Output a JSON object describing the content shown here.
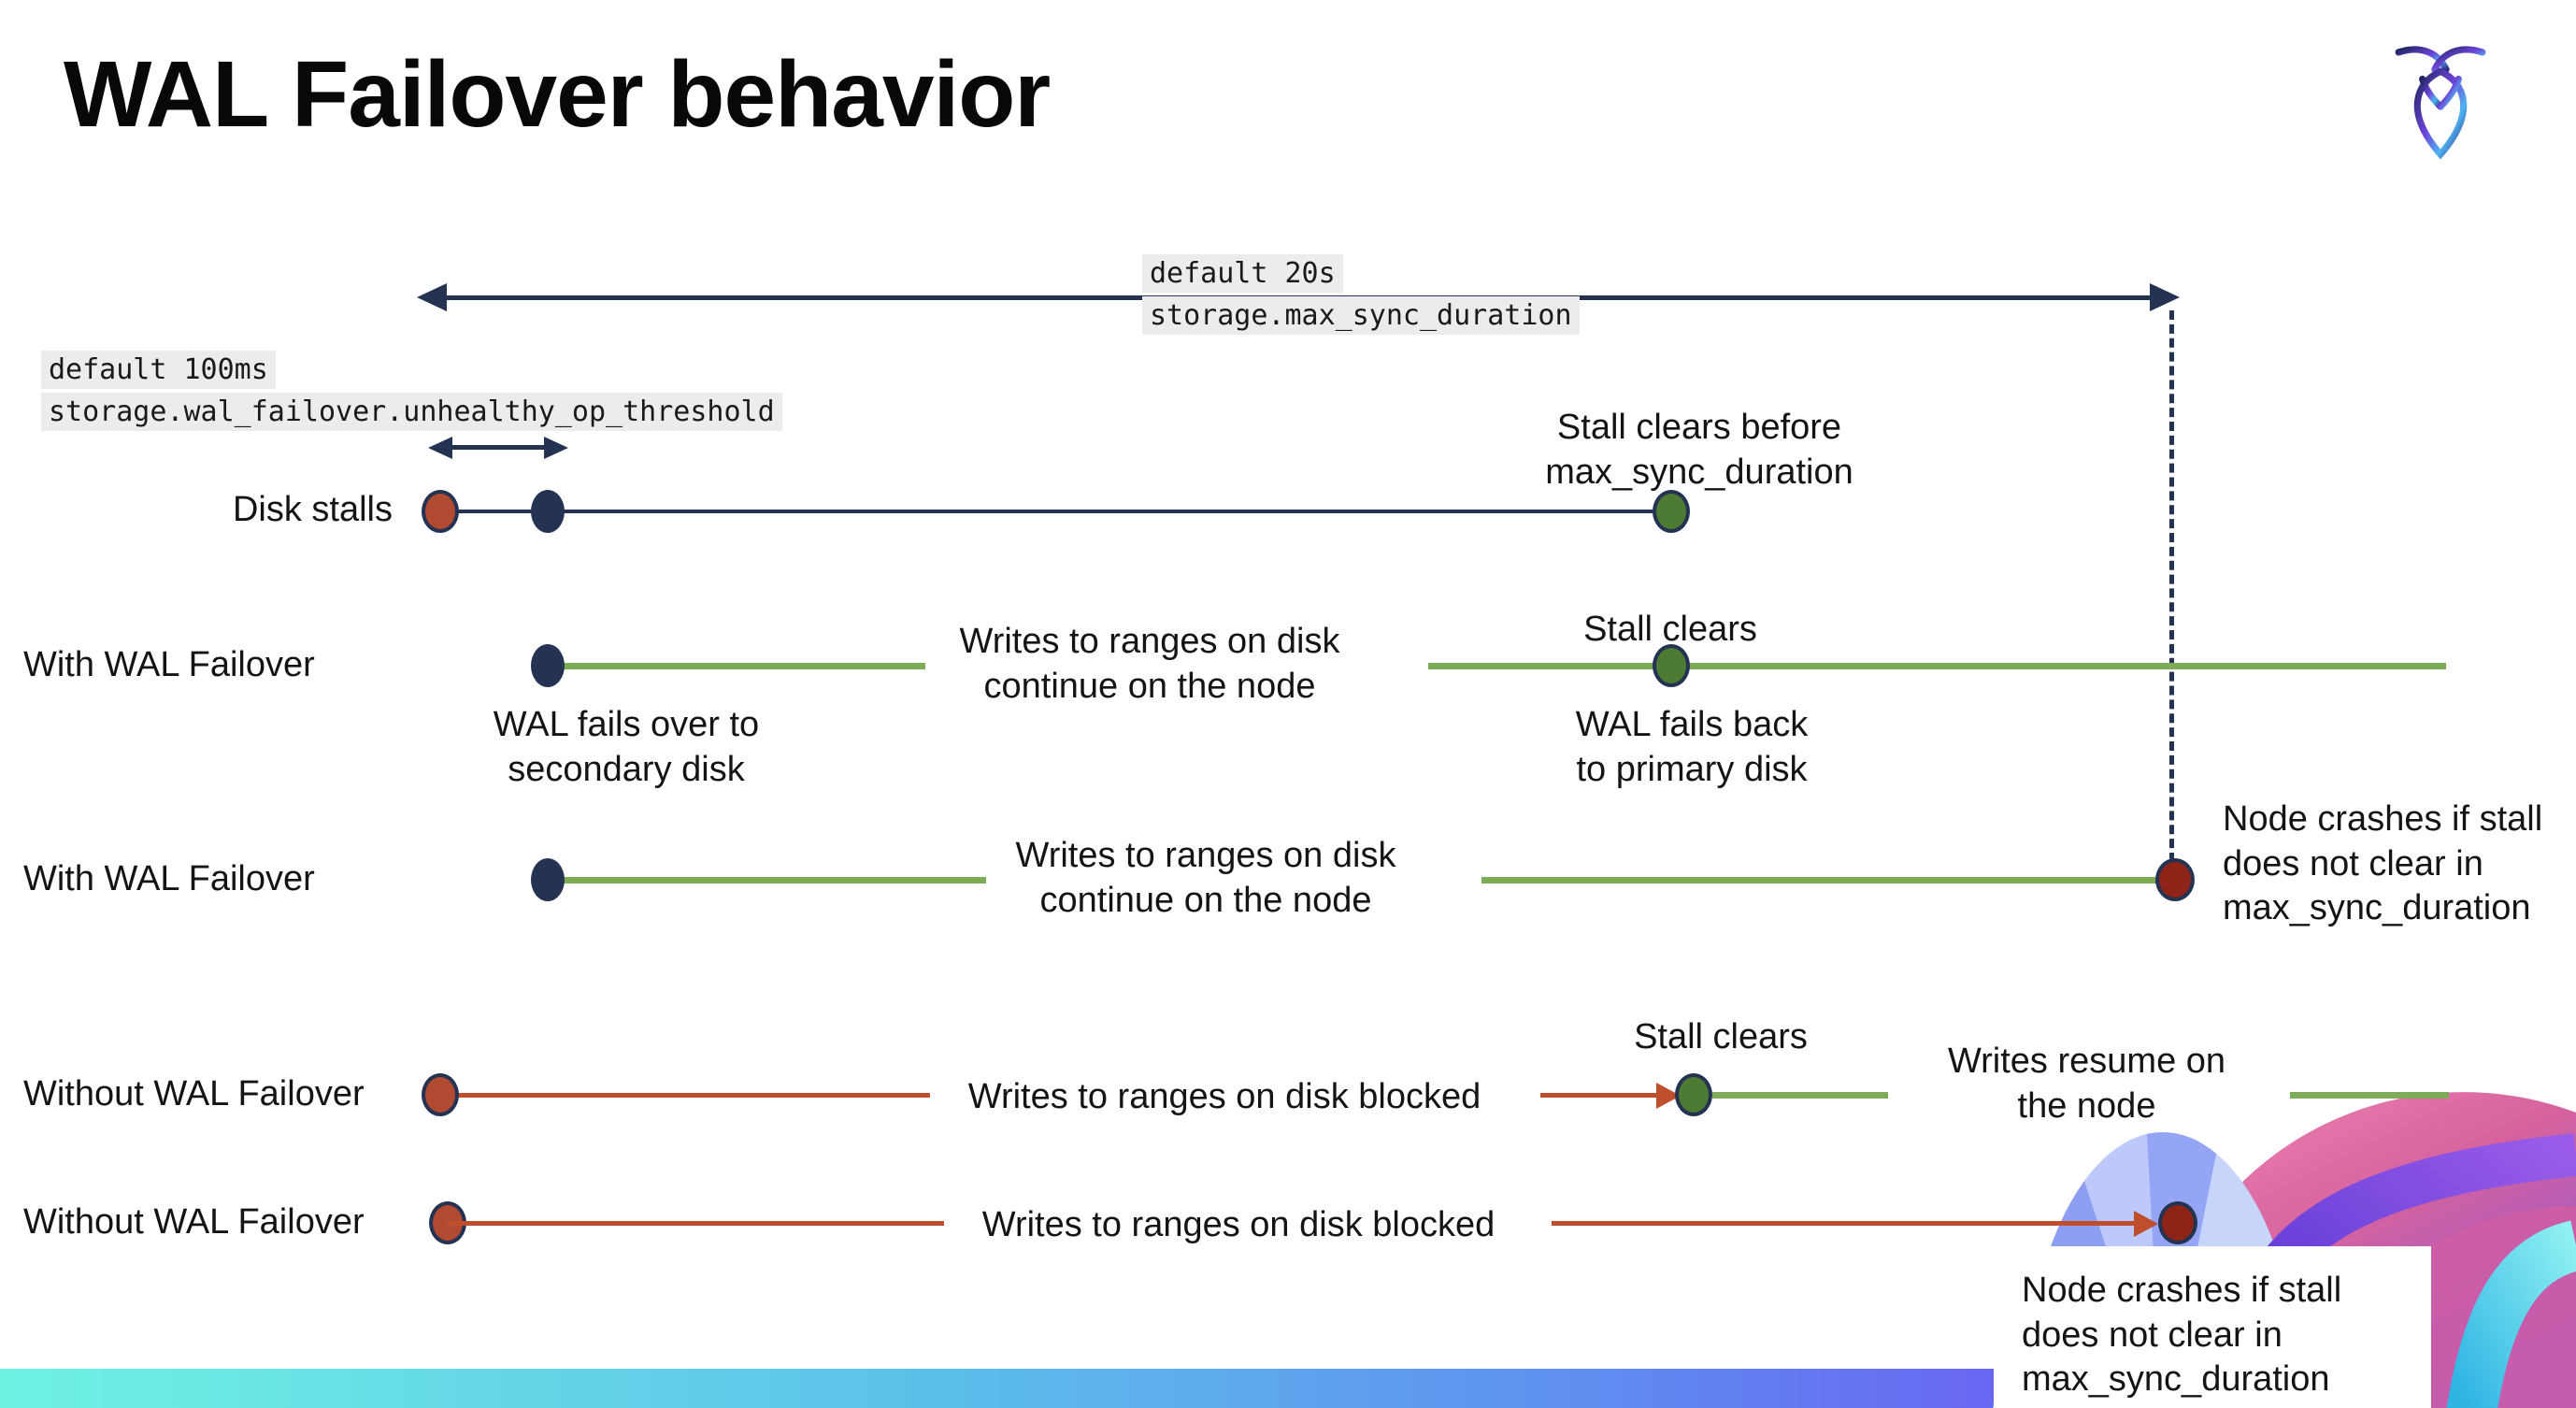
{
  "title": "WAL Failover behavior",
  "brand": {
    "logo": "cockroachdb-insect-logo"
  },
  "colors": {
    "navy": "#243352",
    "green_line": "#7dab58",
    "green_dot": "#4e7b33",
    "red_line": "#bf4e2d",
    "red_dot": "#b04a30",
    "dark_red_dot": "#8e2418",
    "setting_label_bg": "#ececec",
    "footer_gradient": [
      "#6ff2e2",
      "#5f8df0",
      "#7452f4"
    ],
    "art_pink": "#e06aa6",
    "art_purple": "#6d43d8",
    "art_cyan": "#55e6e8"
  },
  "config_labels": {
    "max_sync_default": "default 20s",
    "max_sync_setting": "storage.max_sync_duration",
    "threshold_default": "default 100ms",
    "threshold_setting": "storage.wal_failover.unhealthy_op_threshold"
  },
  "rows": [
    {
      "label": "Disk stalls",
      "stall_note": "Stall clears before\nmax_sync_duration"
    },
    {
      "label": "With WAL Failover",
      "failover_note": "WAL fails over to\nsecondary disk",
      "writes_note": "Writes to ranges on disk\ncontinue on the node",
      "stall_note": "Stall clears",
      "failback_note": "WAL fails  back\nto primary disk"
    },
    {
      "label": "With WAL Failover",
      "writes_note": "Writes to ranges on disk\ncontinue on the node",
      "crash_note": "Node crashes if stall\ndoes not clear in\nmax_sync_duration"
    },
    {
      "label": "Without WAL Failover",
      "writes_note": "Writes to ranges on disk  blocked",
      "stall_note": "Stall clears",
      "resume_note": "Writes resume on\nthe node"
    },
    {
      "label": "Without WAL Failover",
      "writes_note": "Writes to ranges on disk  blocked",
      "crash_note": "Node crashes if stall\ndoes not clear in\nmax_sync_duration"
    }
  ]
}
